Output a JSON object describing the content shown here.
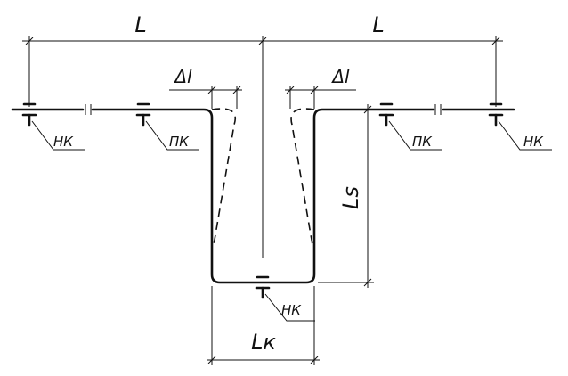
{
  "labels": {
    "span_left": "L",
    "span_right": "L",
    "delta_left": "Δl",
    "delta_right": "Δl",
    "loop_height": "Ls",
    "loop_width": "Lк",
    "support_nk_left": "НК",
    "support_pk_left": "ПК",
    "support_pk_right": "ПК",
    "support_nk_right": "НК",
    "support_nk_bottom": "НК"
  }
}
